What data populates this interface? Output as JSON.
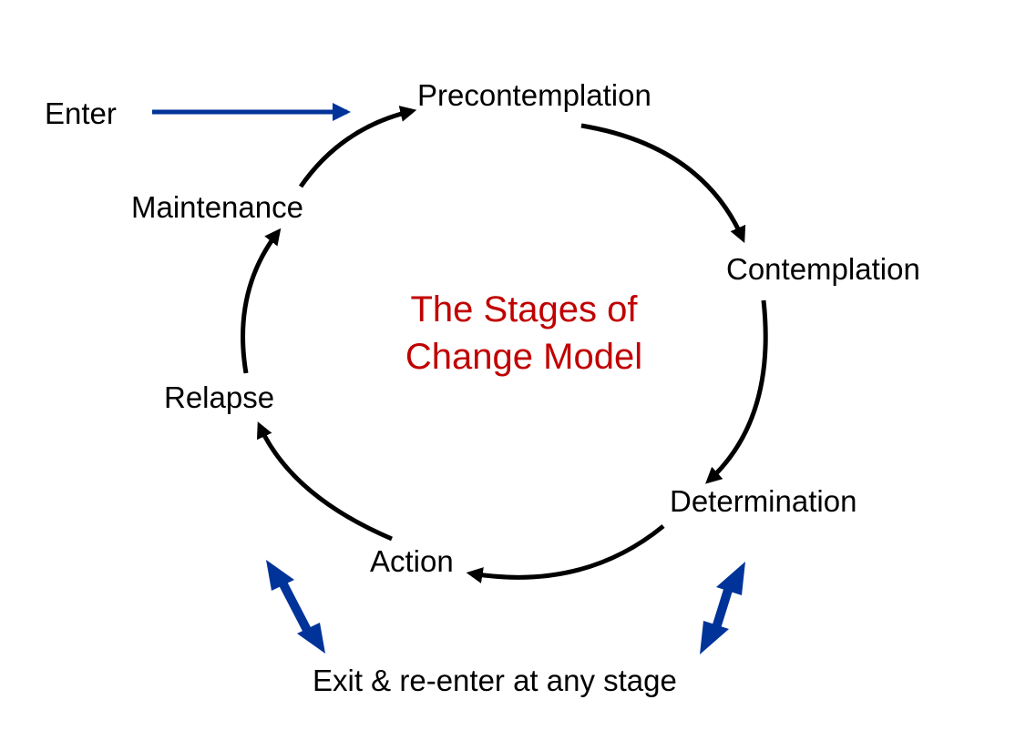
{
  "diagram": {
    "title_line1": "The Stages of",
    "title_line2": "Change Model",
    "title_color": "#C00000",
    "arrow_color": "#000000",
    "entry_exit_arrow_color": "#003399",
    "stages": {
      "precontemplation": "Precontemplation",
      "contemplation": "Contemplation",
      "determination": "Determination",
      "action": "Action",
      "relapse": "Relapse",
      "maintenance": "Maintenance"
    },
    "enter_label": "Enter",
    "exit_label": "Exit & re-enter at any stage"
  }
}
